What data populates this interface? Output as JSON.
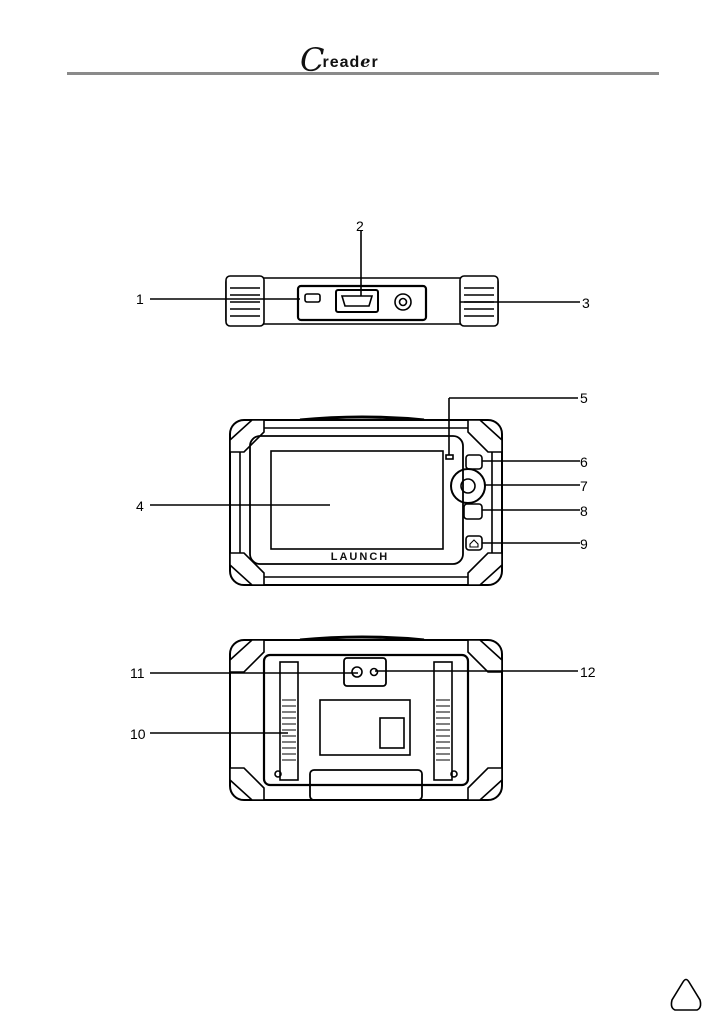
{
  "header": {
    "brand_first": "C",
    "brand_rest": "read",
    "brand_e": "e",
    "brand_end": "r"
  },
  "figure": {
    "screen_logo": "LAUNCH",
    "callouts": [
      "1",
      "2",
      "3",
      "4",
      "5",
      "6",
      "7",
      "8",
      "9",
      "10",
      "11",
      "12"
    ]
  },
  "colors": {
    "ink": "#000000",
    "rule": "#8a8a8a"
  }
}
